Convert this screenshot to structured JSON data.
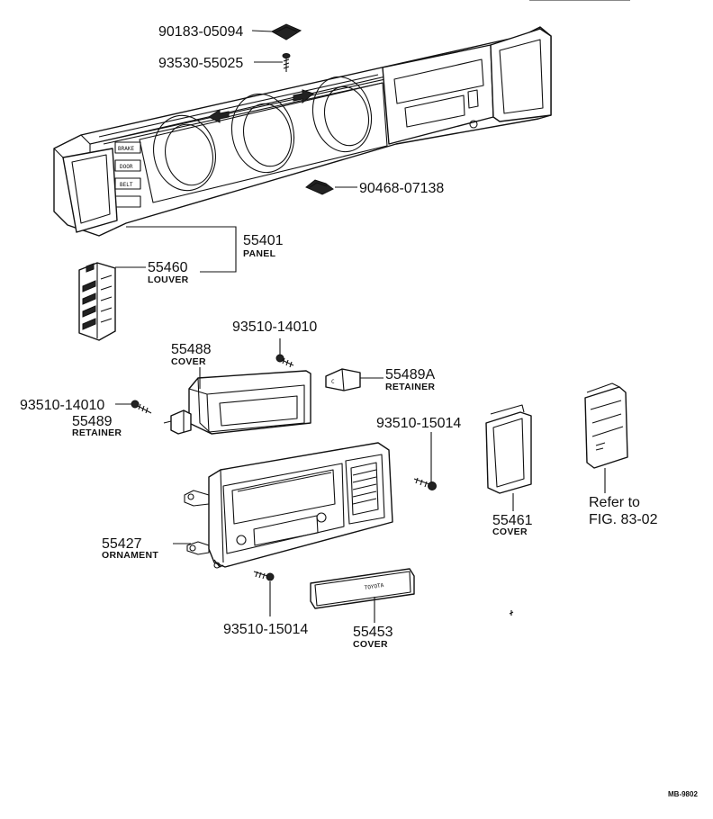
{
  "parts": [
    {
      "id": "clip_top",
      "number": "90183-05094",
      "name": ""
    },
    {
      "id": "screw_top",
      "number": "93530-55025",
      "name": ""
    },
    {
      "id": "clip_mid",
      "number": "90468-07138",
      "name": ""
    },
    {
      "id": "panel",
      "number": "55401",
      "name": "PANEL"
    },
    {
      "id": "louver",
      "number": "55460",
      "name": "LOUVER"
    },
    {
      "id": "screw_cover",
      "number": "93510-14010",
      "name": ""
    },
    {
      "id": "cover_88",
      "number": "55488",
      "name": "COVER"
    },
    {
      "id": "retainer_89a",
      "number": "55489A",
      "name": "RETAINER"
    },
    {
      "id": "screw_left",
      "number": "93510-14010",
      "name": ""
    },
    {
      "id": "retainer_89",
      "number": "55489",
      "name": "RETAINER"
    },
    {
      "id": "screw_right",
      "number": "93510-15014",
      "name": ""
    },
    {
      "id": "ornament",
      "number": "55427",
      "name": "ORNAMENT"
    },
    {
      "id": "cover_61",
      "number": "55461",
      "name": "COVER"
    },
    {
      "id": "screw_bottom",
      "number": "93510-15014",
      "name": ""
    },
    {
      "id": "cover_53",
      "number": "55453",
      "name": "COVER"
    }
  ],
  "reference": {
    "line1": "Refer to",
    "line2": "FIG. 83-02"
  },
  "panel_labels": [
    "BRAKE",
    "DOOR",
    "BELT"
  ],
  "cover_53_text": "TOYOTA",
  "drawing_code": "MB-9802"
}
